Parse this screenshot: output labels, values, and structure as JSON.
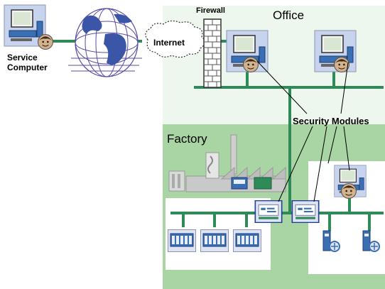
{
  "labels": {
    "service_computer_line1": "Service",
    "service_computer_line2": "Computer",
    "internet": "Internet",
    "firewall": "Firewall",
    "office": "Office",
    "factory": "Factory",
    "security_modules": "Security Modules"
  },
  "colors": {
    "network_line": "#2e8b57",
    "office_zone": "#eef7ee",
    "factory_zone": "#a8d5a3",
    "module_fill": "#dde3f2",
    "device_blue": "#3b6fb3",
    "firewall_brick": "#555555"
  },
  "icons": {
    "computer": "computer-icon",
    "globe": "globe-icon",
    "cloud": "cloud-icon",
    "firewall": "firewall-icon",
    "security_module": "security-module-icon",
    "plc": "plc-icon",
    "drive": "drive-icon",
    "factory": "factory-icon",
    "person": "person-icon"
  }
}
